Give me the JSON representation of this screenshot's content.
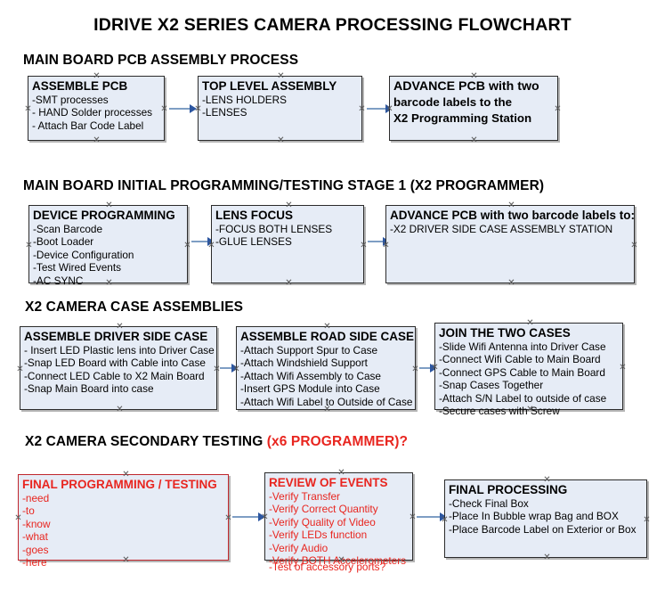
{
  "document": {
    "title": "IDRIVE X2  SERIES CAMERA PROCESSING FLOWCHART"
  },
  "sections": [
    {
      "id": "main-board-pcb-assembly",
      "header": "MAIN BOARD PCB ASSEMBLY PROCESS",
      "header_accent": "",
      "boxes": [
        {
          "id": "assemble-pcb",
          "title": "ASSEMBLE PCB",
          "lines": [
            "-SMT processes",
            "- HAND Solder processes",
            "- Attach Bar Code Label"
          ]
        },
        {
          "id": "top-level-assembly",
          "title": "TOP LEVEL ASSEMBLY",
          "lines": [
            "-LENS HOLDERS",
            "-LENSES"
          ]
        },
        {
          "id": "advance-pcb-to-programming-station",
          "title": "ADVANCE PCB with two",
          "lines": [
            "barcode labels to the",
            " X2 Programming Station"
          ]
        }
      ]
    },
    {
      "id": "initial-programming-testing-stage-1",
      "header": "MAIN BOARD INITIAL PROGRAMMING/TESTING STAGE 1 (X2 PROGRAMMER)",
      "header_accent": "",
      "boxes": [
        {
          "id": "device-programming",
          "title": "DEVICE PROGRAMMING",
          "lines": [
            "-Scan Barcode",
            "-Boot Loader",
            "-Device Configuration",
            "-Test Wired Events",
            "-AC SYNC"
          ]
        },
        {
          "id": "lens-focus",
          "title": "LENS FOCUS",
          "lines": [
            "-FOCUS BOTH LENSES",
            "-GLUE LENSES"
          ]
        },
        {
          "id": "advance-pcb-to-driver-side-case-station",
          "title": "ADVANCE PCB with two barcode labels to:",
          "lines": [
            "-X2 DRIVER  SIDE  CASE  ASSEMBLY STATION"
          ]
        }
      ]
    },
    {
      "id": "x2-camera-case-assemblies",
      "header": "X2 CAMERA CASE ASSEMBLIES",
      "header_accent": "",
      "boxes": [
        {
          "id": "assemble-driver-side-case",
          "title": "ASSEMBLE DRIVER SIDE CASE",
          "lines": [
            "- Insert LED Plastic lens into Driver Case",
            "-Snap LED Board with Cable into Case",
            "-Connect LED Cable to X2 Main Board",
            "-Snap Main Board into case"
          ]
        },
        {
          "id": "assemble-road-side-case",
          "title": "ASSEMBLE ROAD SIDE CASE",
          "lines": [
            "-Attach Support Spur to Case",
            "-Attach Windshield Support",
            "-Attach Wifi Assembly to Case",
            "-Insert GPS Module into Case",
            "-Attach Wifi Label to Outside of Case"
          ]
        },
        {
          "id": "join-the-two-cases",
          "title": "JOIN THE TWO CASES",
          "lines": [
            "-Slide Wifi Antenna into Driver Case",
            "-Connect Wifi Cable to Main Board",
            "-Connect GPS Cable to Main Board",
            "-Snap Cases Together",
            "-Attach S/N Label to outside of case",
            "-Secure cases with Screw"
          ]
        }
      ]
    },
    {
      "id": "x2-camera-secondary-testing",
      "header": "X2 CAMERA SECONDARY TESTING ",
      "header_accent": "(x6 PROGRAMMER)?",
      "boxes": [
        {
          "id": "final-programming-testing",
          "title": "FINAL PROGRAMMING / TESTING",
          "lines": [
            "-need",
            "-to",
            "-know",
            "-what",
            "-goes",
            "-here"
          ]
        },
        {
          "id": "review-of-events",
          "title": "REVIEW OF EVENTS",
          "lines": [
            "-Verify Transfer",
            "-Verify Correct Quantity",
            "-Verify Quality of Video",
            "-Verify LEDs function",
            "-Verify Audio",
            "-Verify BOTH Accelerometers"
          ],
          "overflow_line": "-Test of accessory ports?"
        },
        {
          "id": "final-processing",
          "title": "FINAL PROCESSING",
          "lines": [
            " -Check Final Box",
            "-Place In Bubble wrap Bag and BOX",
            "-Place Barcode Label on Exterior or Box"
          ]
        }
      ]
    }
  ],
  "colors": {
    "box_fill": "#e6ecf6",
    "box_border": "#2b2b2b",
    "red_accent": "#e8251f",
    "red_border": "#c0272d",
    "connector_line": "#7e9ec4",
    "connector_head": "#2c56a0"
  }
}
